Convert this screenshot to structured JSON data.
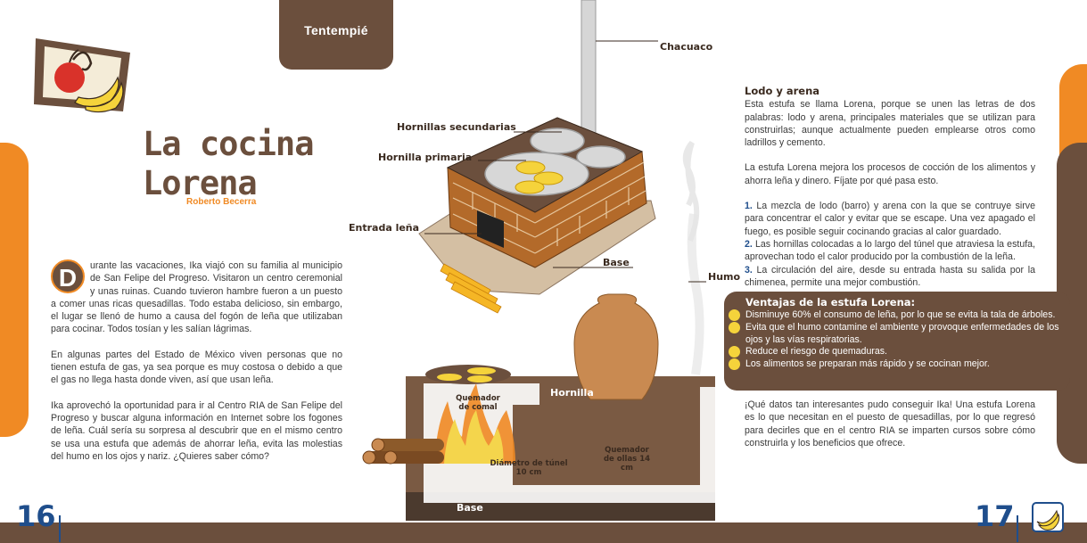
{
  "section_tab": "Tentempié",
  "title_line1": "La cocina",
  "title_line2": "Lorena",
  "author": "Roberto Becerra",
  "dropcap": "D",
  "left_paragraphs": [
    "urante las vacaciones, Ika viajó con su familia al municipio de San Felipe del Progreso. Visitaron un centro ceremonial y unas ruinas. Cuando tuvieron hambre fueron a un puesto a comer unas ricas quesadillas. Todo estaba delicioso, sin embargo, el lugar se llenó de humo a causa del fogón de leña que utilizaban para cocinar. Todos tosían y les salían lágrimas.",
    "En algunas partes del Estado de México viven personas que no tienen estufa de gas, ya sea porque es muy costosa o debido a que el gas no llega hasta donde viven, así que usan leña.",
    "Ika aprovechó la oportunidad para ir al Centro RIA de San Felipe del Progreso y buscar alguna información en Internet sobre los fogones de leña. Cuál sería su sorpresa al descubrir que en el mismo centro se usa una estufa que además de ahorrar leña, evita las molestias del humo en los ojos y nariz. ¿Quieres saber cómo?"
  ],
  "diagram_labels": {
    "chimney": "Chacuaco",
    "secondary_burners": "Hornillas secundarias",
    "primary_burner": "Hornilla primaria",
    "wood_entry": "Entrada leña",
    "base_top": "Base",
    "smoke": "Humo",
    "burner": "Hornilla",
    "comal_burner": "Quemador de comal",
    "pots_burner": "Quemador de ollas 14 cm",
    "tunnel_diameter": "Diámetro de túnel 10 cm",
    "base_bottom": "Base"
  },
  "right_heading": "Lodo y arena",
  "right_paragraphs": [
    "Esta estufa se llama Lorena, porque se unen las letras de dos palabras: lodo y arena, principales materiales que se utilizan para construirlas; aunque actualmente pueden emplearse otros como ladrillos y cemento.",
    "La estufa Lorena mejora los procesos de cocción de los alimentos y ahorra leña y dinero.  Fíjate por qué pasa esto."
  ],
  "numbered_points": [
    {
      "num": "1.",
      "text": " La mezcla de lodo (barro) y arena con la que se contruye sirve para concentrar el calor y evitar que se escape. Una vez apagado el fuego, es posible seguir cocinando gracias al calor guardado."
    },
    {
      "num": "2.",
      "text": " Las hornillas colocadas a lo largo del túnel que atraviesa la estufa, aprovechan todo el calor producido por la combustión de la leña."
    },
    {
      "num": "3.",
      "text": " La circulación del aire, desde su entrada hasta su salida por la chimenea, permite una mejor combustión."
    }
  ],
  "advantages": {
    "title": "Ventajas de la estufa Lorena:",
    "items": [
      "Disminuye 60% el consumo de leña,  por lo que se evita la tala de árboles.",
      "Evita que el humo contamine el ambiente y provoque enfermedades de los ojos y las vías respiratorias.",
      "Reduce el riesgo de quemaduras.",
      "Los alimentos se preparan más rápido y se cocinan mejor."
    ]
  },
  "closing_paragraph": "¡Qué datos tan interesantes pudo conseguir Ika! Una estufa Lorena es lo que necesitan en el puesto de quesadillas, por lo que regresó para decirles que en el centro RIA se imparten cursos sobre cómo construirla y los beneficios que ofrece.",
  "page_left": "16",
  "page_right": "17",
  "colors": {
    "brown": "#6b4f3d",
    "orange": "#f08a24",
    "yellow": "#f5d33b",
    "blue": "#1f4e8c"
  }
}
